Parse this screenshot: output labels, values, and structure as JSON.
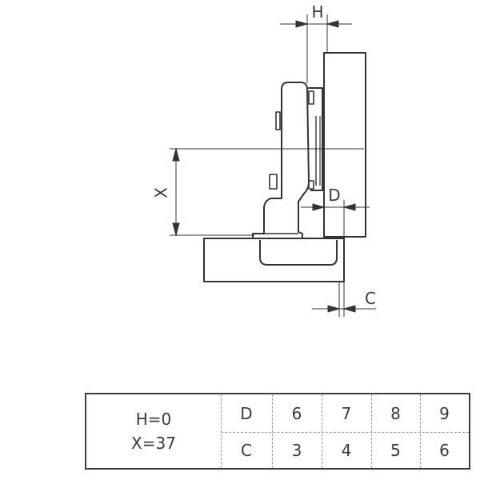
{
  "diagram": {
    "labels": {
      "h": "H",
      "x": "X",
      "d": "D",
      "c": "C"
    }
  },
  "table": {
    "left_lines": [
      "H=0",
      "X=37"
    ],
    "rows": [
      {
        "header": "D",
        "values": [
          "6",
          "7",
          "8",
          "9"
        ]
      },
      {
        "header": "C",
        "values": [
          "3",
          "4",
          "5",
          "6"
        ]
      }
    ]
  }
}
